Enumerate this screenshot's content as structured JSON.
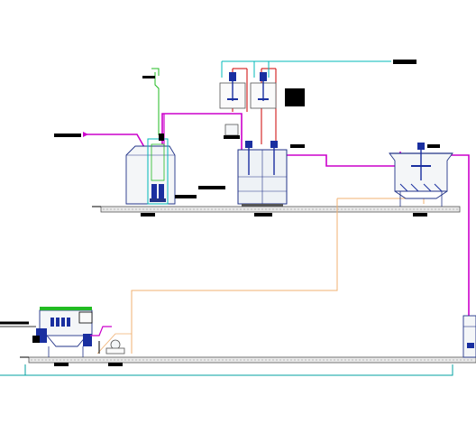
{
  "drawing": {
    "colors": {
      "background": "#ffffff",
      "process_line": "#cc00cc",
      "water_line": "#00b8b8",
      "sludge_line": "#f0b070",
      "return_line": "#00a0a0",
      "vent_line": "#22bb22",
      "chemical_line": "#cc0000",
      "equipment_outline": "#223388",
      "fill_light": "#dfe6ec",
      "fill_blue": "#1a2fa0",
      "ground_hatch": "#555555",
      "label_black": "#000000"
    },
    "equipment": [
      {
        "id": "regulating-tank",
        "icon": "vertical-tank-icon"
      },
      {
        "id": "pump-set",
        "icon": "pump-icon"
      },
      {
        "id": "dosing-unit",
        "icon": "mixer-icon"
      },
      {
        "id": "reaction-tank",
        "icon": "reactor-icon"
      },
      {
        "id": "settling-tank",
        "icon": "clarifier-icon"
      },
      {
        "id": "filter-press",
        "icon": "filter-press-icon"
      },
      {
        "id": "sludge-pump",
        "icon": "pump-icon"
      },
      {
        "id": "discharge-tank",
        "icon": "tank-icon"
      }
    ]
  }
}
